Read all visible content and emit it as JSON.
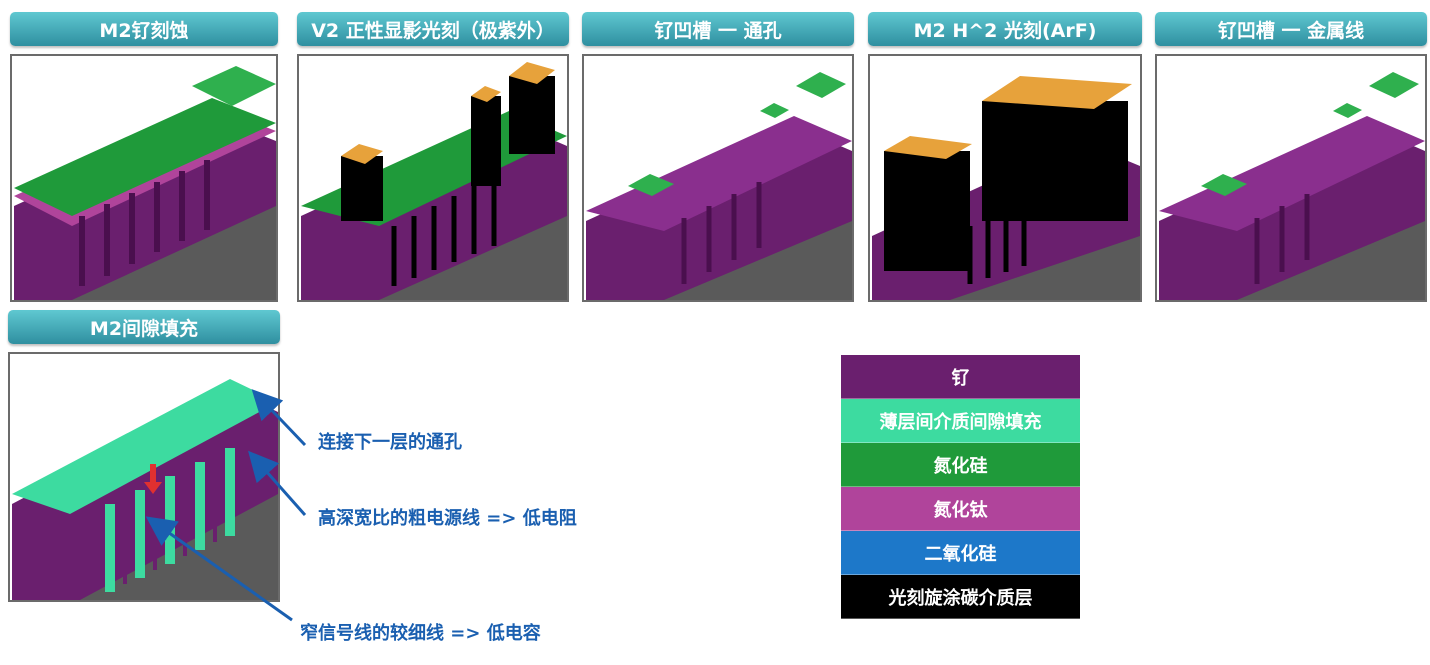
{
  "panels": [
    {
      "title": "M2钌刻蚀"
    },
    {
      "title": "V2 正性显影光刻（极紫外）"
    },
    {
      "title": "钌凹槽 一 通孔"
    },
    {
      "title": "M2 H^2 光刻(ArF)"
    },
    {
      "title": "钌凹槽 一 金属线"
    },
    {
      "title": "M2间隙填充"
    }
  ],
  "annotations": [
    {
      "text": "连接下一层的通孔"
    },
    {
      "text": "高深宽比的粗电源线 => 低电阻"
    },
    {
      "text": "窄信号线的较细线 => 低电容"
    }
  ],
  "legend": [
    {
      "label": "钌",
      "color": "#6a1f6e"
    },
    {
      "label": "薄层间介质间隙填充",
      "color": "#3ddba0"
    },
    {
      "label": "氮化硅",
      "color": "#1f9a3a"
    },
    {
      "label": "氮化钛",
      "color": "#b0449b"
    },
    {
      "label": "二氧化硅",
      "color": "#1d78c9"
    },
    {
      "label": "光刻旋涂碳介质层",
      "color": "#000000"
    }
  ]
}
